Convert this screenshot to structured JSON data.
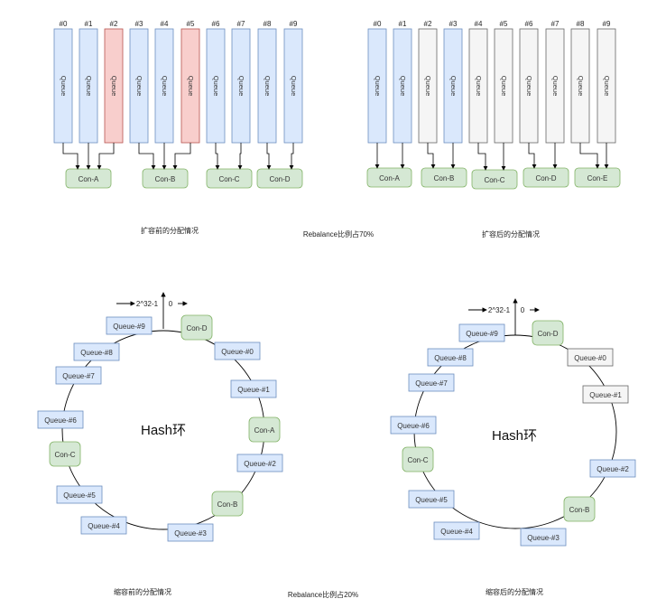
{
  "colors": {
    "queue_fill": "#dae8fc",
    "queue_stroke": "#6c8ebf",
    "red_fill": "#f8cecc",
    "red_stroke": "#b85450",
    "grey_fill": "#f5f5f5",
    "grey_stroke": "#666666",
    "con_fill": "#d5e8d4",
    "con_stroke": "#82b366"
  },
  "top_left": {
    "numbers": [
      "#0",
      "#1",
      "#2",
      "#3",
      "#4",
      "#5",
      "#6",
      "#7",
      "#8",
      "#9"
    ],
    "queue_label": "Queue",
    "highlight": [
      2,
      5
    ],
    "consumers": [
      "Con-A",
      "Con-B",
      "Con-C",
      "Con-D"
    ],
    "caption": "扩容前的分配情况"
  },
  "top_middle_caption": "Rebalance比例占70%",
  "top_right": {
    "numbers": [
      "#0",
      "#1",
      "#2",
      "#3",
      "#4",
      "#5",
      "#6",
      "#7",
      "#8",
      "#9"
    ],
    "queue_label": "Queue",
    "consumers": [
      "Con-A",
      "Con-B",
      "Con-C",
      "Con-D",
      "Con-E"
    ],
    "caption": "扩容后的分配情况"
  },
  "bottom_left": {
    "ring_title": "Hash环",
    "axis_max": "2^32-1",
    "axis_zero": "0",
    "queues": [
      "Queue-#0",
      "Queue-#1",
      "Queue-#2",
      "Queue-#3",
      "Queue-#4",
      "Queue-#5",
      "Queue-#6",
      "Queue-#7",
      "Queue-#8",
      "Queue-#9"
    ],
    "consumers": [
      "Con-A",
      "Con-B",
      "Con-C",
      "Con-D"
    ],
    "caption": "缩容前的分配情况"
  },
  "bottom_middle_caption": "Rebalance比例占20%",
  "bottom_right": {
    "ring_title": "Hash环",
    "axis_max": "2^32-1",
    "axis_zero": "0",
    "queues": [
      "Queue-#0",
      "Queue-#1",
      "Queue-#2",
      "Queue-#3",
      "Queue-#4",
      "Queue-#5",
      "Queue-#6",
      "Queue-#7",
      "Queue-#8",
      "Queue-#9"
    ],
    "grey_queues": [
      0,
      1
    ],
    "consumers": [
      "Con-B",
      "Con-C",
      "Con-D"
    ],
    "caption": "缩容后的分配情况"
  }
}
